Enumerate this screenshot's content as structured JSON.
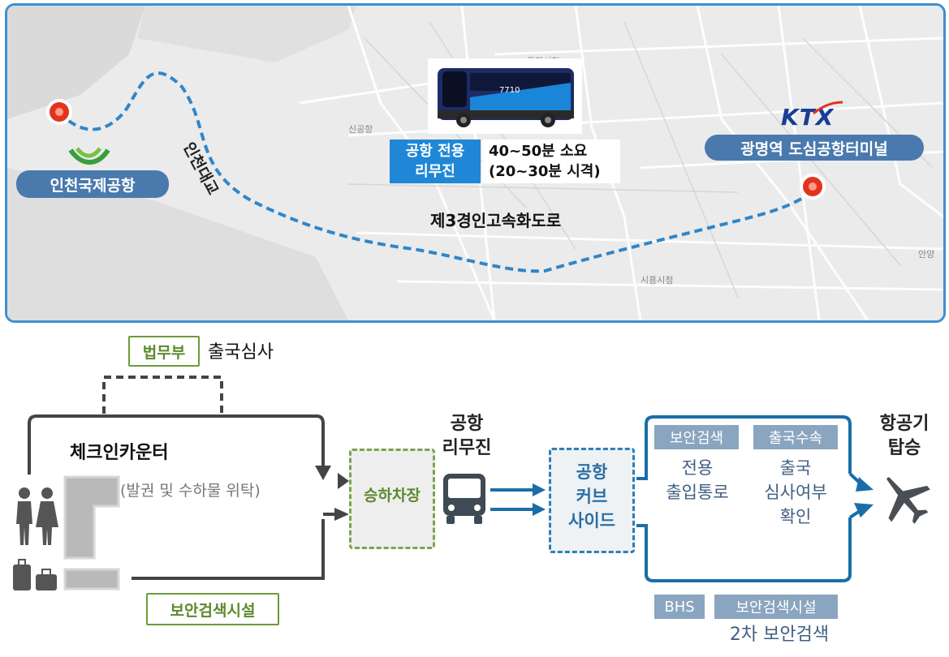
{
  "map": {
    "airport_label": "인천국제공항",
    "bridge_label": "인천대교",
    "highway_label": "제3경인고속화도로",
    "ktx_logo": "KTX",
    "terminal_label": "광명역 도심공항터미널",
    "limousine_box": {
      "line1": "공항 전용",
      "line2": "리무진"
    },
    "duration_box": {
      "line1": "40~50분 소요",
      "line2": "(20~30분 시격)"
    },
    "bus_plate": "7710",
    "town_labels": [
      "광명시청",
      "시흥시청",
      "안양",
      "신공항"
    ],
    "route_color": "#2f86c9",
    "marker_color": "#e2341d"
  },
  "flow": {
    "ministry_box": "법무부",
    "emigration_label": "출국심사",
    "checkin_label": "체크인카운터",
    "checkin_sub": "(발권 및 수하물 위탁)",
    "boarding_area": "승하차장",
    "limousine_title": {
      "line1": "공항",
      "line2": "리무진"
    },
    "curbside": {
      "line1": "공항",
      "line2": "커브",
      "line3": "사이드"
    },
    "security_tag": "보안검색",
    "exit_tag": "출국수속",
    "dedicated_passage": {
      "line1": "전용",
      "line2": "출입통로"
    },
    "exit_check": {
      "line1": "출국",
      "line2": "심사여부",
      "line3": "확인"
    },
    "boarding_title": {
      "line1": "항공기",
      "line2": "탑승"
    },
    "security_facility": "보안검색시설",
    "bhs_tag": "BHS",
    "security_facility_tag": "보안검색시설",
    "second_security": "2차 보안검색",
    "accent_green": "#6c9b3a",
    "accent_blue": "#1a6ea8"
  }
}
